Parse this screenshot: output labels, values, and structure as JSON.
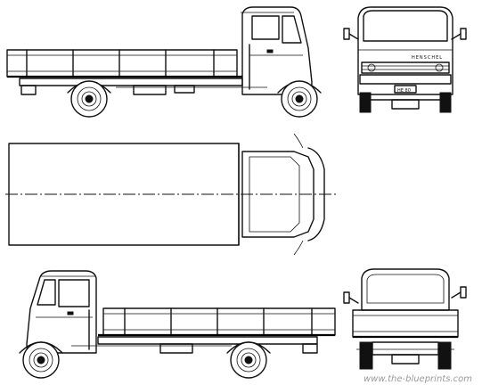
{
  "labels": {
    "grille_brand": "HENSCHEL",
    "front_plate": "HE 80",
    "watermark": "www.the-blueprints.com"
  },
  "colors": {
    "line": "#111111",
    "paper": "#ffffff",
    "watermark": "#9a9a9a"
  }
}
